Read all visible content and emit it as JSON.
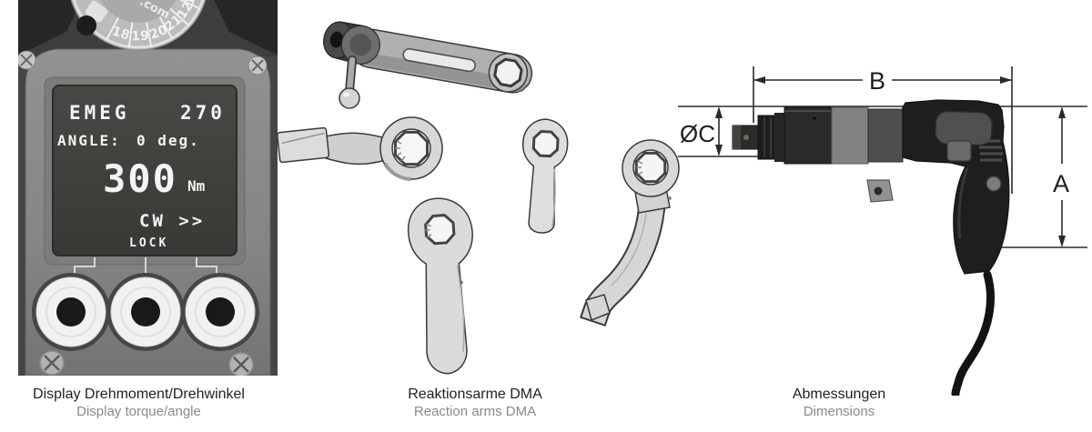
{
  "page": {
    "background": "#ffffff"
  },
  "panels": [
    {
      "id": "display",
      "caption_primary": "Display Drehmoment/Drehwinkel",
      "caption_secondary": "Display torque/angle"
    },
    {
      "id": "arms",
      "caption_primary": "Reaktionsarme DMA",
      "caption_secondary": "Reaction arms DMA"
    },
    {
      "id": "dimensions",
      "caption_primary": "Abmessungen",
      "caption_secondary": "Dimensions"
    }
  ],
  "display_unit": {
    "calibration_sticker": {
      "text": ".com",
      "numbers": [
        "18",
        "19",
        "20",
        "21",
        "12",
        "11"
      ]
    },
    "lcd": {
      "model": "EMEG",
      "model_number": "270",
      "angle_label": "ANGLE:",
      "angle_value": "0 deg.",
      "torque_value": "300",
      "torque_unit": "Nm",
      "rotation_direction": "CW >>",
      "lock_status": "LOCK"
    }
  },
  "dimension_labels": {
    "length": "B",
    "front_diameter": "ØC",
    "height": "A"
  },
  "arms_illustration": {
    "items": [
      "slotted-bar-arm",
      "offset-ring-arm",
      "large-paddle-arm",
      "small-paddle-arm",
      "l-shaped-arm"
    ]
  },
  "colors": {
    "lcd_background": "#403e3b",
    "lcd_text": "#f4f4f2",
    "caption_primary": "#1f1f1f",
    "caption_secondary": "#8a8a8a",
    "photo_face": "#8b8b89",
    "line_art_stroke": "#3a3a38",
    "dimension_lines": "#2a2a2a"
  }
}
